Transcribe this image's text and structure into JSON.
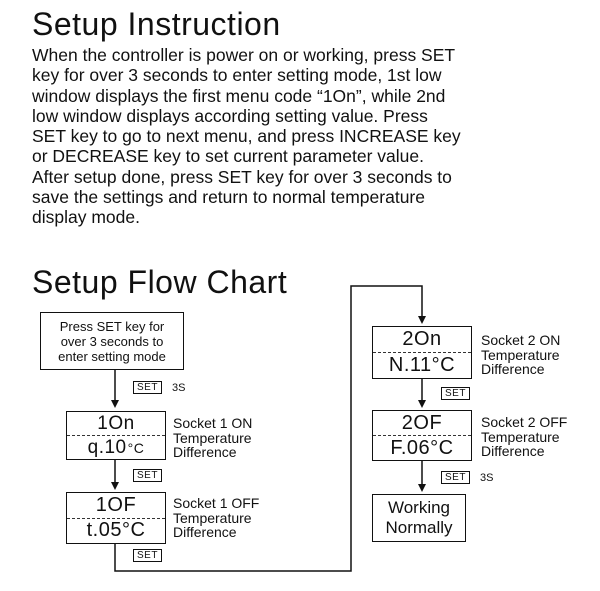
{
  "instruction": {
    "title": "Setup Instruction",
    "lines": [
      "When the controller is power on or working, press SET",
      "key for over 3 seconds to enter setting mode, 1st low",
      "window displays the first menu code “1On”,  while 2nd",
      "low window displays according setting value. Press",
      "SET key to go to next menu, and press INCREASE key",
      "or DECREASE key to set current parameter value.",
      "After setup done, press SET key for over 3 seconds to",
      "save the settings and return to normal temperature",
      "display mode."
    ]
  },
  "flow": {
    "title": "Setup Flow Chart",
    "start": {
      "line1": "Press SET key for",
      "line2": "over 3 seconds to",
      "line3": "enter setting mode"
    },
    "set_label": "SET",
    "hold_3s": "3S",
    "steps": [
      {
        "code": "1On",
        "value": "q.10",
        "unit": "°C",
        "desc1": "Socket 1 ON",
        "desc2": "Temperature",
        "desc3": "Difference"
      },
      {
        "code": "1OF",
        "value": "t.05",
        "unit": "°C",
        "desc1": "Socket 1 OFF",
        "desc2": "Temperature",
        "desc3": "Difference"
      },
      {
        "code": "2On",
        "value": "N.11",
        "unit": "°C",
        "desc1": "Socket 2 ON",
        "desc2": "Temperature",
        "desc3": "Difference"
      },
      {
        "code": "2OF",
        "value": "F.06",
        "unit": "°C",
        "desc1": "Socket 2 OFF",
        "desc2": "Temperature",
        "desc3": "Difference"
      }
    ],
    "end": {
      "line1": "Working",
      "line2": "Normally"
    }
  }
}
